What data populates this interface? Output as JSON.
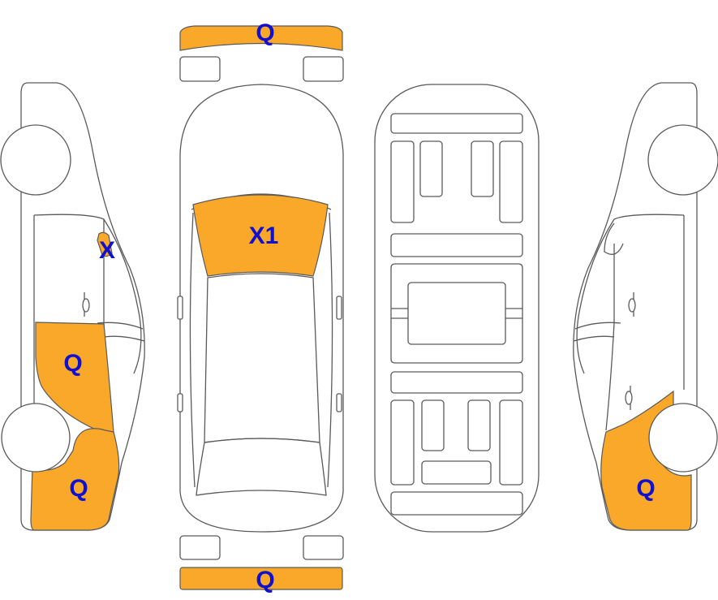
{
  "colors": {
    "damage_fill": "#F9A829",
    "label": "#1010D0",
    "outline": "#5a5a5a",
    "background": "#ffffff"
  },
  "views": {
    "front_bumper": {
      "label": "Q"
    },
    "rear_bumper": {
      "label": "Q"
    },
    "windshield": {
      "label": "X1"
    },
    "left_side": {
      "mirror_label": "X",
      "door_label": "Q",
      "fender_label": "Q"
    },
    "right_side": {
      "fender_label": "Q"
    }
  }
}
